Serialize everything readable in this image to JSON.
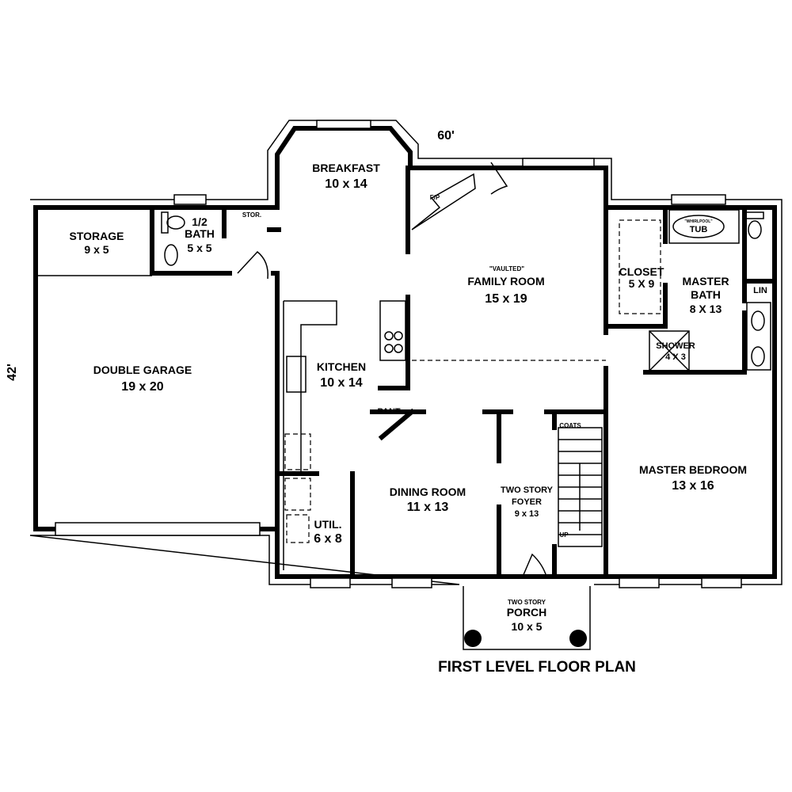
{
  "plan": {
    "title": "FIRST LEVEL FLOOR PLAN",
    "width_dim": "60'",
    "depth_dim": "42'",
    "rooms": {
      "breakfast": {
        "name": "BREAKFAST",
        "size": "10 x 14"
      },
      "fireplace": {
        "name": "F/P"
      },
      "family": {
        "note": "\"VAULTED\"",
        "name": "FAMILY ROOM",
        "size": "15 x 19"
      },
      "storage": {
        "name": "STORAGE",
        "size": "9 x 5"
      },
      "half_bath": {
        "name1": "1/2",
        "name2": "BATH",
        "size": "5 x 5"
      },
      "stor": {
        "name": "STOR."
      },
      "garage": {
        "name": "DOUBLE GARAGE",
        "size": "19 x 20"
      },
      "kitchen": {
        "name": "KITCHEN",
        "size": "10 x 14"
      },
      "pantry": {
        "name": "PANT."
      },
      "dining": {
        "name": "DINING ROOM",
        "size": "11 x 13"
      },
      "foyer": {
        "note": "TWO STORY",
        "name": "FOYER",
        "size": "9 x 13"
      },
      "coats": {
        "name": "COATS"
      },
      "stairs": {
        "label": "UP"
      },
      "util": {
        "name": "UTIL.",
        "size": "6 x 8"
      },
      "porch": {
        "note": "TWO STORY",
        "name": "PORCH",
        "size": "10 x 5"
      },
      "closet": {
        "name": "CLOSET",
        "size": "5 X 9"
      },
      "master_bath": {
        "name1": "MASTER",
        "name2": "BATH",
        "size": "8 X 13"
      },
      "tub": {
        "note": "\"WHIRLPOOL\"",
        "name": "TUB"
      },
      "linen": {
        "name": "LIN"
      },
      "shower": {
        "name": "SHOWER",
        "size": "4 X 3"
      },
      "master_bedroom": {
        "name": "MASTER BEDROOM",
        "size": "13 x 16"
      }
    }
  }
}
